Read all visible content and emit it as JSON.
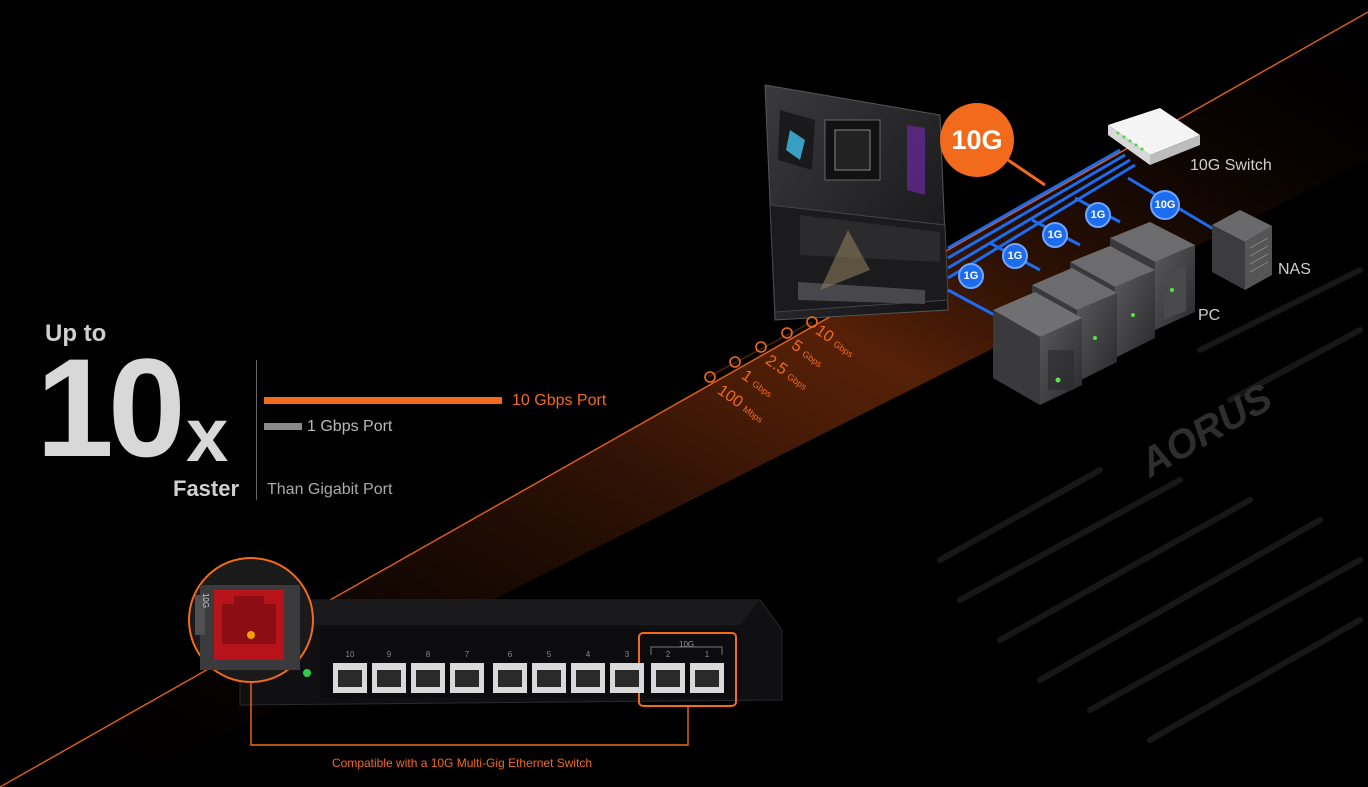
{
  "headline": {
    "up_to": "Up to",
    "multiplier": "10",
    "x": "x",
    "faster": "Faster"
  },
  "comparison": {
    "ten_gbps_label": "10 Gbps Port",
    "one_gbps_label": "1 Gbps Port",
    "caption": "Than Gigabit Port",
    "ten_gbps_value": 10,
    "one_gbps_value": 1
  },
  "speeds": [
    {
      "value": "10",
      "unit": "Gbps"
    },
    {
      "value": "5",
      "unit": "Gbps"
    },
    {
      "value": "2.5",
      "unit": "Gbps"
    },
    {
      "value": "1",
      "unit": "Gbps"
    },
    {
      "value": "100",
      "unit": "Mbps"
    }
  ],
  "network": {
    "badge": "10G",
    "switch_label": "10G Switch",
    "nas_label": "NAS",
    "pc_label": "PC",
    "link_1g": "1G",
    "link_10g": "10G"
  },
  "switch_panel": {
    "port_numbers": [
      "10",
      "9",
      "8",
      "7",
      "6",
      "5",
      "4",
      "3",
      "2",
      "1"
    ],
    "group_label": "10G",
    "compat_text": "Compatible with a 10G Multi-Gig Ethernet Switch",
    "port_side_label": "10G"
  },
  "watermark": "AORUS",
  "colors": {
    "accent": "#f26a1b",
    "link_blue": "#1d6cf0",
    "background": "#000000"
  }
}
